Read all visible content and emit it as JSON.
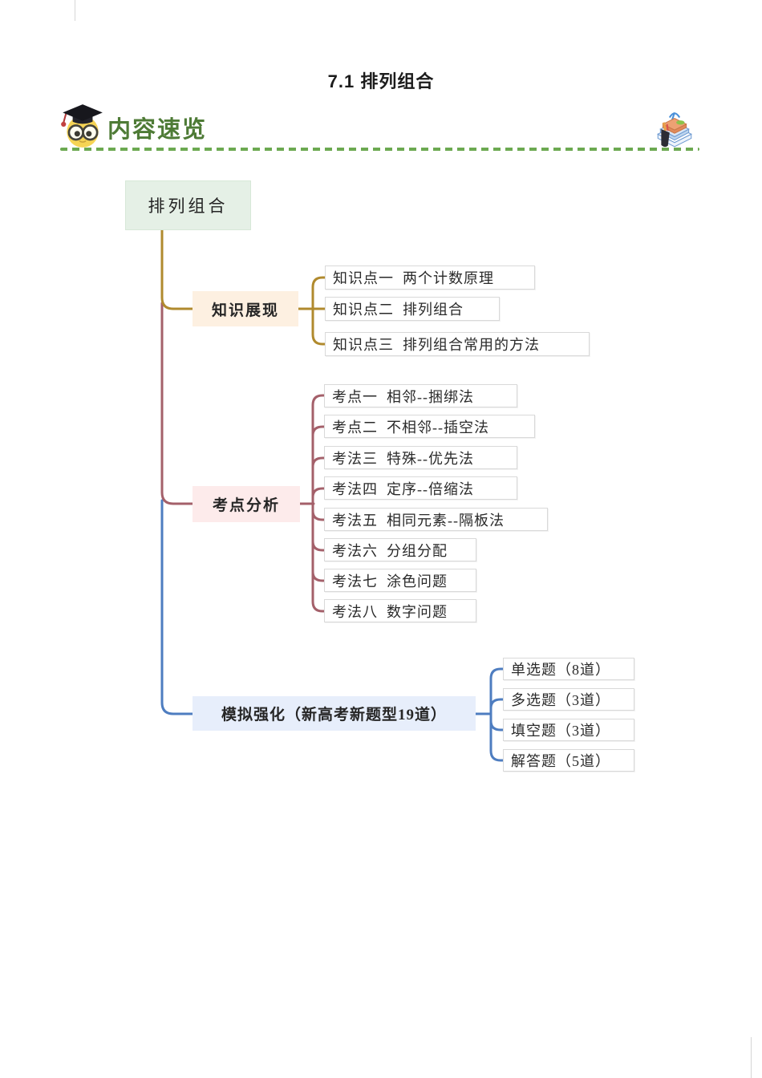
{
  "page": {
    "title": "7.1 排列组合"
  },
  "header": {
    "label": "内容速览",
    "label_color": "#4e7b36",
    "dash_color": "#6ca951",
    "owl_icon": "owl-graduate-icon",
    "books_icon": "books-stack-icon"
  },
  "mindmap": {
    "root": {
      "label": "排列组合",
      "bg": "#e5f0e6"
    },
    "branches": [
      {
        "label": "知识展现",
        "bg": "#fdf0e1",
        "line_color": "#b08a2e",
        "children": [
          "知识点一  两个计数原理",
          "知识点二  排列组合",
          "知识点三  排列组合常用的方法"
        ]
      },
      {
        "label": "考点分析",
        "bg": "#fdebeb",
        "line_color": "#a4606a",
        "children": [
          "考点一  相邻--捆绑法",
          "考点二  不相邻--插空法",
          "考法三  特殊--优先法",
          "考法四  定序--倍缩法",
          "考法五  相同元素--隔板法",
          "考法六  分组分配",
          "考法七  涂色问题",
          "考法八  数字问题"
        ]
      },
      {
        "label": "模拟强化（新高考新题型19道）",
        "bg": "#e7eefb",
        "line_color": "#4e7dc0",
        "children": [
          "单选题（8道）",
          "多选题（3道）",
          "填空题（3道）",
          "解答题（5道）"
        ]
      }
    ]
  }
}
